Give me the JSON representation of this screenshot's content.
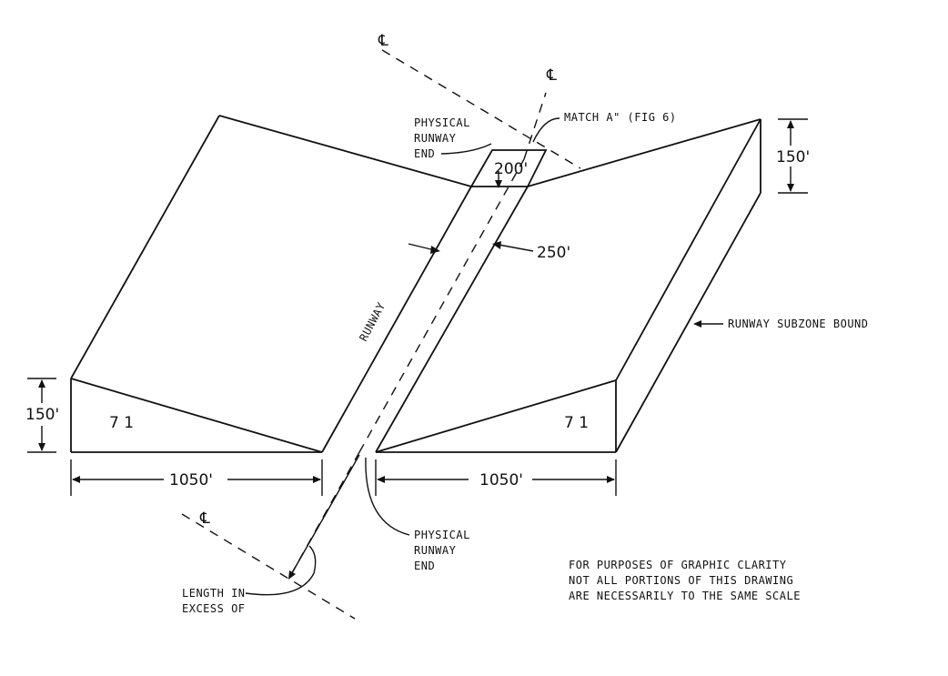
{
  "labels": {
    "centerline_top_left": "℄",
    "centerline_top": "℄",
    "centerline_bottom": "℄",
    "physical_runway_end_top": [
      "PHYSICAL",
      "RUNWAY",
      "END"
    ],
    "match_line": "MATCH A\" (FIG 6)",
    "runway": "RUNWAY",
    "runway_subzone_boundary": "RUNWAY SUBZONE BOUND",
    "physical_runway_end_bottom": [
      "PHYSICAL",
      "RUNWAY",
      "END"
    ],
    "length_in_excess": [
      "LENGTH IN",
      "EXCESS OF"
    ],
    "slope_left": "7 1",
    "slope_right": "7 1",
    "note": [
      "FOR PURPOSES OF GRAPHIC CLARITY",
      "NOT ALL PORTIONS OF THIS DRAWING",
      "ARE NECESSARILY TO THE SAME SCALE"
    ]
  },
  "dimensions": {
    "runway_end_width": "200'",
    "runway_width": "250'",
    "height_right": "150'",
    "height_left": "150'",
    "half_width_left": "1050'",
    "half_width_right": "1050'"
  }
}
